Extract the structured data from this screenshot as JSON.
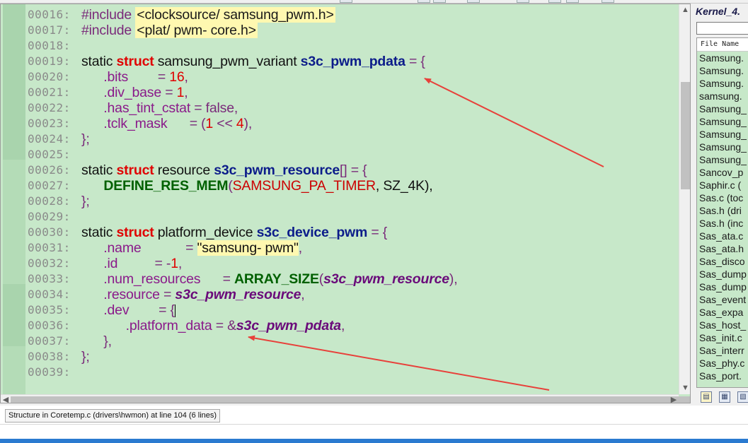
{
  "editor": {
    "lines": [
      {
        "num": "00016:",
        "tokens": [
          {
            "t": "#include ",
            "c": "kw-pre"
          },
          {
            "t": "<clocksource/ samsung_pwm.h>",
            "c": "inc"
          }
        ]
      },
      {
        "num": "00017:",
        "tokens": [
          {
            "t": "#include ",
            "c": "kw-pre"
          },
          {
            "t": "<plat/ pwm- core.h>",
            "c": "inc"
          }
        ]
      },
      {
        "num": "00018:",
        "tokens": []
      },
      {
        "num": "00019:",
        "tokens": [
          {
            "t": "static ",
            "c": ""
          },
          {
            "t": "struct",
            "c": "kw"
          },
          {
            "t": " samsung_pwm_variant ",
            "c": ""
          },
          {
            "t": "s3c_pwm_pdata",
            "c": "ident-decl"
          },
          {
            "t": " = {",
            "c": "punc"
          }
        ]
      },
      {
        "num": "00020:",
        "tokens": [
          {
            "t": "      .bits        ",
            "c": "mem"
          },
          {
            "t": "= ",
            "c": "punc"
          },
          {
            "t": "16",
            "c": "num"
          },
          {
            "t": ",",
            "c": "punc"
          }
        ]
      },
      {
        "num": "00021:",
        "tokens": [
          {
            "t": "      .div_base ",
            "c": "mem"
          },
          {
            "t": "= ",
            "c": "punc"
          },
          {
            "t": "1",
            "c": "num"
          },
          {
            "t": ",",
            "c": "punc"
          }
        ]
      },
      {
        "num": "00022:",
        "tokens": [
          {
            "t": "      .has_tint_cstat ",
            "c": "mem"
          },
          {
            "t": "= ",
            "c": "punc"
          },
          {
            "t": "false",
            "c": "bool"
          },
          {
            "t": ",",
            "c": "punc"
          }
        ]
      },
      {
        "num": "00023:",
        "tokens": [
          {
            "t": "      .tclk_mask      ",
            "c": "mem"
          },
          {
            "t": "= (",
            "c": "punc"
          },
          {
            "t": "1",
            "c": "num"
          },
          {
            "t": " << ",
            "c": "punc"
          },
          {
            "t": "4",
            "c": "num"
          },
          {
            "t": "),",
            "c": "punc"
          }
        ]
      },
      {
        "num": "00024:",
        "tokens": [
          {
            "t": "};",
            "c": "punc"
          }
        ]
      },
      {
        "num": "00025:",
        "tokens": []
      },
      {
        "num": "00026:",
        "tokens": [
          {
            "t": "static ",
            "c": ""
          },
          {
            "t": "struct",
            "c": "kw"
          },
          {
            "t": " resource ",
            "c": ""
          },
          {
            "t": "s3c_pwm_resource",
            "c": "ident-decl"
          },
          {
            "t": "[] = {",
            "c": "punc"
          }
        ]
      },
      {
        "num": "00027:",
        "tokens": [
          {
            "t": "      ",
            "c": ""
          },
          {
            "t": "DEFINE_RES_MEM",
            "c": "macro"
          },
          {
            "t": "(",
            "c": "punc"
          },
          {
            "t": "SAMSUNG_PA_TIMER",
            "c": "const"
          },
          {
            "t": ", SZ_4K),",
            "c": ""
          }
        ]
      },
      {
        "num": "00028:",
        "tokens": [
          {
            "t": "};",
            "c": "punc"
          }
        ]
      },
      {
        "num": "00029:",
        "tokens": []
      },
      {
        "num": "00030:",
        "tokens": [
          {
            "t": "static ",
            "c": ""
          },
          {
            "t": "struct",
            "c": "kw"
          },
          {
            "t": " platform_device ",
            "c": ""
          },
          {
            "t": "s3c_device_pwm",
            "c": "ident-decl"
          },
          {
            "t": " = {",
            "c": "punc"
          }
        ]
      },
      {
        "num": "00031:",
        "tokens": [
          {
            "t": "      .name            ",
            "c": "mem"
          },
          {
            "t": "= ",
            "c": "punc"
          },
          {
            "t": "\"samsung- pwm\"",
            "c": "str"
          },
          {
            "t": ",",
            "c": "punc"
          }
        ]
      },
      {
        "num": "00032:",
        "tokens": [
          {
            "t": "      .id          ",
            "c": "mem"
          },
          {
            "t": "= -",
            "c": "punc"
          },
          {
            "t": "1",
            "c": "num"
          },
          {
            "t": ",",
            "c": "punc"
          }
        ]
      },
      {
        "num": "00033:",
        "tokens": [
          {
            "t": "      .num_resources      ",
            "c": "mem"
          },
          {
            "t": "= ",
            "c": "punc"
          },
          {
            "t": "ARRAY_SIZE",
            "c": "macro"
          },
          {
            "t": "(",
            "c": "punc"
          },
          {
            "t": "s3c_pwm_resource",
            "c": "ref"
          },
          {
            "t": "),",
            "c": "punc"
          }
        ]
      },
      {
        "num": "00034:",
        "tokens": [
          {
            "t": "      .resource ",
            "c": "mem"
          },
          {
            "t": "= ",
            "c": "punc"
          },
          {
            "t": "s3c_pwm_resource",
            "c": "ref"
          },
          {
            "t": ",",
            "c": "punc"
          }
        ]
      },
      {
        "num": "00035:",
        "tokens": [
          {
            "t": "      .dev        ",
            "c": "mem"
          },
          {
            "t": "= {",
            "c": "punc"
          },
          {
            "t": "",
            "c": "caret"
          }
        ]
      },
      {
        "num": "00036:",
        "tokens": [
          {
            "t": "            .platform_data ",
            "c": "mem"
          },
          {
            "t": "= &",
            "c": "punc"
          },
          {
            "t": "s3c_pwm_pdata",
            "c": "ref"
          },
          {
            "t": ",",
            "c": "punc"
          }
        ]
      },
      {
        "num": "00037:",
        "tokens": [
          {
            "t": "      },",
            "c": "punc"
          }
        ]
      },
      {
        "num": "00038:",
        "tokens": [
          {
            "t": "};",
            "c": "punc"
          }
        ]
      },
      {
        "num": "00039:",
        "tokens": []
      }
    ]
  },
  "side_panel": {
    "title": "Kernel_4.",
    "header": "File Name",
    "files": [
      "Samsung.",
      "Samsung.",
      "Samsung.",
      "samsung.",
      "Samsung_",
      "Samsung_",
      "Samsung_",
      "Samsung_",
      "Samsung_",
      "Sancov_p",
      "Saphir.c (",
      "Sas.c (toc",
      "Sas.h (dri",
      "Sas.h (inc",
      "Sas_ata.c",
      "Sas_ata.h",
      "Sas_disco",
      "Sas_dump",
      "Sas_dump",
      "Sas_event",
      "Sas_expa",
      "Sas_host_",
      "Sas_init.c",
      "Sas_interr",
      "Sas_phy.c",
      "Sas_port."
    ]
  },
  "status": {
    "text": "Structure in Coretemp.c (drivers\\hwmon) at line 104 (6 lines)"
  },
  "colors": {
    "editor_bg": "#c7e8c9",
    "annotation_arrow": "#e8403a"
  }
}
